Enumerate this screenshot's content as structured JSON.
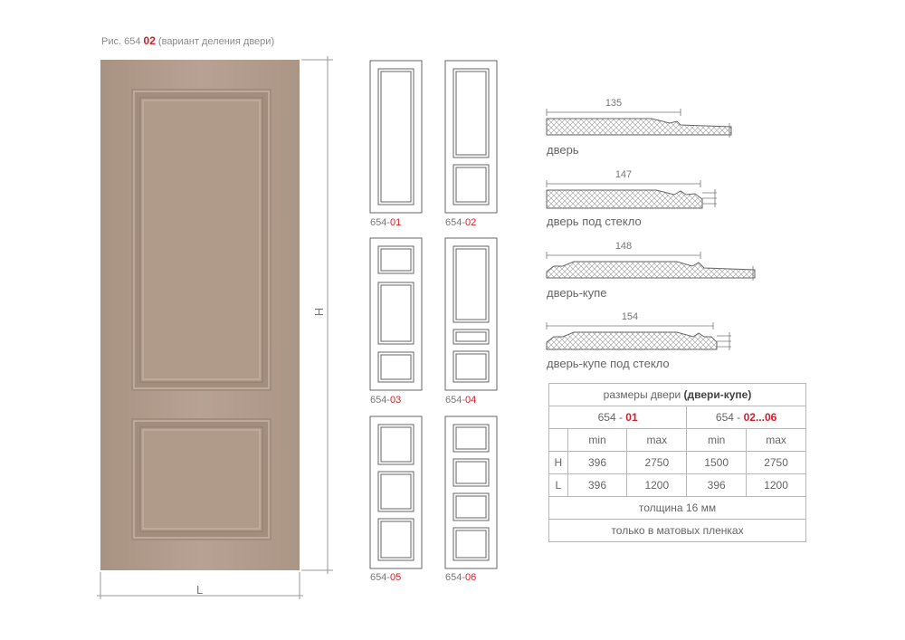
{
  "caption": {
    "prefix": "Рис. 654 ",
    "code": "02",
    "suffix": " (вариант деления двери)"
  },
  "dimensions": {
    "height_label": "H",
    "width_label": "L"
  },
  "colors": {
    "door": "#b39d8d",
    "accent": "#d0202a",
    "line": "#777777"
  },
  "variants": [
    {
      "prefix": "654-",
      "code": "01"
    },
    {
      "prefix": "654-",
      "code": "02"
    },
    {
      "prefix": "654-",
      "code": "03"
    },
    {
      "prefix": "654-",
      "code": "04"
    },
    {
      "prefix": "654-",
      "code": "05"
    },
    {
      "prefix": "654-",
      "code": "06"
    }
  ],
  "profiles": [
    {
      "width": "135",
      "label": "дверь"
    },
    {
      "width": "147",
      "label": "дверь под стекло"
    },
    {
      "width": "148",
      "label": "дверь-купе"
    },
    {
      "width": "154",
      "label": "дверь-купе под стекло"
    }
  ],
  "sizes_table": {
    "title_prefix": "размеры двери ",
    "title_bold": "(двери-купе)",
    "group1_prefix": "654 - ",
    "group1_code": "01",
    "group2_prefix": "654 - ",
    "group2_code": "02...06",
    "min_label": "min",
    "max_label": "max",
    "rows": [
      {
        "label": "H",
        "v1": "396",
        "v2": "2750",
        "v3": "1500",
        "v4": "2750"
      },
      {
        "label": "L",
        "v1": "396",
        "v2": "1200",
        "v3": "396",
        "v4": "1200"
      }
    ],
    "thickness": "толщина 16 мм",
    "note": "только в матовых пленках"
  }
}
